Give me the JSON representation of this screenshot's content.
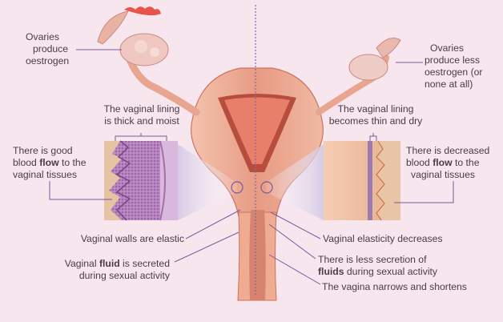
{
  "labels": {
    "ovaries_left": [
      "Ovaries",
      "produce",
      "oestrogen"
    ],
    "ovaries_right": [
      "Ovaries",
      "produce less",
      "oestrogen (or",
      "none at all)"
    ],
    "lining_left": [
      "The vaginal lining",
      "is thick and moist"
    ],
    "lining_right": [
      "The vaginal lining",
      "becomes thin and dry"
    ],
    "blood_left": {
      "pre": "There is good",
      "line2_pre": "blood ",
      "bold": "flow",
      "line2_post": " to the",
      "line3": "vaginal tissues"
    },
    "blood_right": {
      "pre": "There is decreased",
      "line2_pre": "blood ",
      "bold": "flow",
      "line2_post": " to the",
      "line3": "vaginal tissues"
    },
    "walls_left": "Vaginal walls are elastic",
    "fluid_left": {
      "pre": "Vaginal ",
      "bold": "fluid",
      "post": " is secreted",
      "line2": "during sexual activity"
    },
    "elasticity_right": "Vaginal elasticity decreases",
    "fluid_right": {
      "line1": "There is less secretion of",
      "bold": "fluids",
      "post": " during sexual activity"
    },
    "narrows_right": "The vagina narrows and shortens"
  },
  "colors": {
    "background": "#f7e6ee",
    "leader_line": "#7a5a9a",
    "text": "#4a3b48",
    "tissue_healthy": "#9a5aa0",
    "tissue_thin": "#e7b48e",
    "organ": "#e39b86",
    "divider": "#8a6aa0"
  }
}
